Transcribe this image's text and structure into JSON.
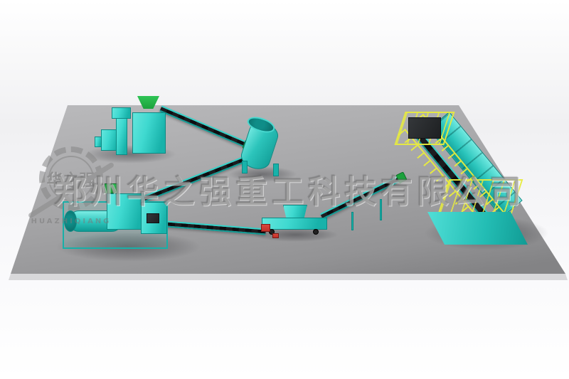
{
  "watermark": {
    "company_name": "郑州华之强重工科技有限公司",
    "logo_cn": "华之强",
    "logo_en": "HUAZHIQIANG"
  },
  "colors": {
    "machine_cyan": "#3fd9d0",
    "machine_cyan_dark": "#18b2aa",
    "machine_cyan_deep": "#0d8a84",
    "platform_gray": "#a2a2a4",
    "belt_dark": "#141416",
    "railing_yellow": "#e8ec3e",
    "hopper_green": "#1ca23c",
    "accent_red": "#c03028",
    "watermark_gray": "#8a8a8a"
  }
}
